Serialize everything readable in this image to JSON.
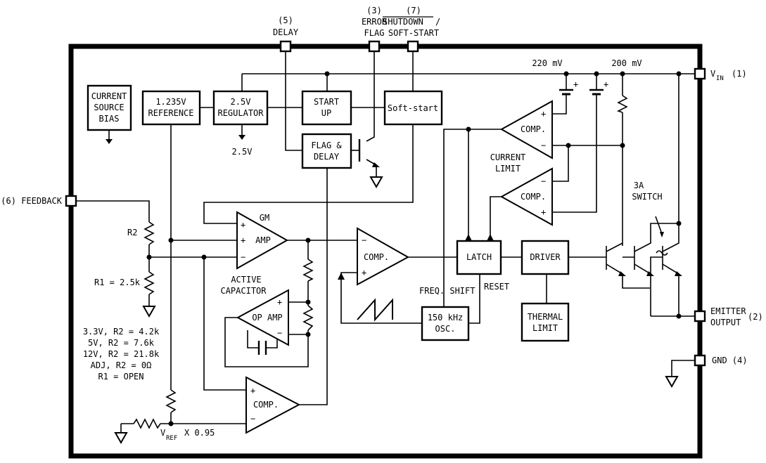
{
  "pins": {
    "delay_num": "(5)",
    "delay": "DELAY",
    "error_num": "(3)",
    "error_1": "ERROR",
    "error_2": "FLAG",
    "shutdown_num": "(7)",
    "shutdown": "SHUTDOWN",
    "shutdown_slash": "/",
    "softstart": "SOFT-START",
    "vin_v": "V",
    "vin_sub": "IN",
    "vin_num": "(1)",
    "feedback": "(6) FEEDBACK",
    "emitter_1": "EMITTER",
    "emitter_2": "OUTPUT",
    "emitter_num": "(2)",
    "gnd": "GND (4)"
  },
  "blocks": {
    "current_source_1": "CURRENT",
    "current_source_2": "SOURCE",
    "current_source_3": "BIAS",
    "reference_1": "1.235V",
    "reference_2": "REFERENCE",
    "regulator_1": "2.5V",
    "regulator_2": "REGULATOR",
    "startup_1": "START",
    "startup_2": "UP",
    "softstart": "Soft-start",
    "flag_1": "FLAG &",
    "flag_2": "DELAY",
    "latch": "LATCH",
    "driver": "DRIVER",
    "thermal_1": "THERMAL",
    "thermal_2": "LIMIT",
    "osc_1": "150 kHz",
    "osc_2": "OSC."
  },
  "amps": {
    "gm_title": "GM",
    "gm_amp": "AMP",
    "comp": "COMP.",
    "op_amp": "OP AMP",
    "plus": "+",
    "minus": "−"
  },
  "labels": {
    "v25": "2.5V",
    "mv220": "220 mV",
    "mv200": "200 mV",
    "current_limit_1": "CURRENT",
    "current_limit_2": "LIMIT",
    "switch_1": "3A",
    "switch_2": "SWITCH",
    "r2": "R2",
    "r1": "R1 = 2.5k",
    "active_1": "ACTIVE",
    "active_2": "CAPACITOR",
    "freq_shift": "FREQ. SHIFT",
    "reset": "RESET",
    "vref_v": "V",
    "vref_sub": "REF",
    "vref_mult": "X 0.95"
  },
  "resistor_table": [
    "3.3V, R2 = 4.2k",
    "5V, R2 = 7.6k",
    "12V, R2 = 21.8k",
    "ADJ, R2 = 0Ω",
    "R1 = OPEN"
  ]
}
